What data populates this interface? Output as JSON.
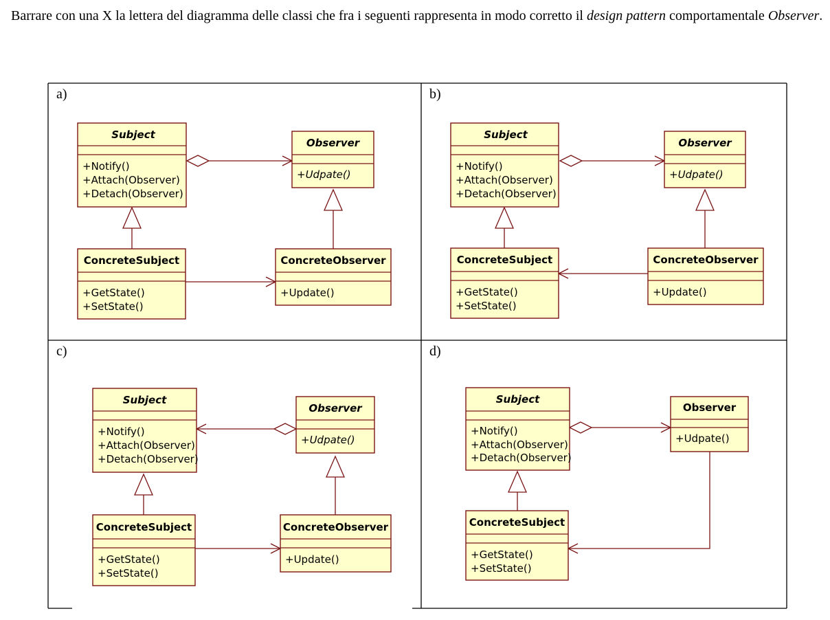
{
  "question": {
    "part1": "Barrare con una X la lettera del diagramma delle classi che fra i seguenti rappresenta in modo corretto il ",
    "em1": "design pattern",
    "part2": " comportamentale ",
    "em2": "Observer",
    "part3": "."
  },
  "panels": [
    {
      "label": "a)",
      "classes": {
        "subject": {
          "name": "Subject",
          "methods": [
            "+Notify()",
            "+Attach(Observer)",
            "+Detach(Observer)"
          ]
        },
        "observer": {
          "name": "Observer",
          "methods": [
            "+Udpate()"
          ]
        },
        "concrete_subject": {
          "name": "ConcreteSubject",
          "methods": [
            "+GetState()",
            "+SetState()"
          ]
        },
        "concrete_observer": {
          "name": "ConcreteObserver",
          "methods": [
            "+Update()"
          ]
        }
      }
    },
    {
      "label": "b)",
      "classes": {
        "subject": {
          "name": "Subject",
          "methods": [
            "+Notify()",
            "+Attach(Observer)",
            "+Detach(Observer)"
          ]
        },
        "observer": {
          "name": "Observer",
          "methods": [
            "+Udpate()"
          ]
        },
        "concrete_subject": {
          "name": "ConcreteSubject",
          "methods": [
            "+GetState()",
            "+SetState()"
          ]
        },
        "concrete_observer": {
          "name": "ConcreteObserver",
          "methods": [
            "+Update()"
          ]
        }
      }
    },
    {
      "label": "c)",
      "classes": {
        "subject": {
          "name": "Subject",
          "methods": [
            "+Notify()",
            "+Attach(Observer)",
            "+Detach(Observer)"
          ]
        },
        "observer": {
          "name": "Observer",
          "methods": [
            "+Udpate()"
          ]
        },
        "concrete_subject": {
          "name": "ConcreteSubject",
          "methods": [
            "+GetState()",
            "+SetState()"
          ]
        },
        "concrete_observer": {
          "name": "ConcreteObserver",
          "methods": [
            "+Update()"
          ]
        }
      }
    },
    {
      "label": "d)",
      "classes": {
        "subject": {
          "name": "Subject",
          "methods": [
            "+Notify()",
            "+Attach(Observer)",
            "+Detach(Observer)"
          ]
        },
        "observer": {
          "name": "Observer",
          "methods": [
            "+Udpate()"
          ]
        },
        "concrete_subject": {
          "name": "ConcreteSubject",
          "methods": [
            "+GetState()",
            "+SetState()"
          ]
        }
      }
    }
  ]
}
